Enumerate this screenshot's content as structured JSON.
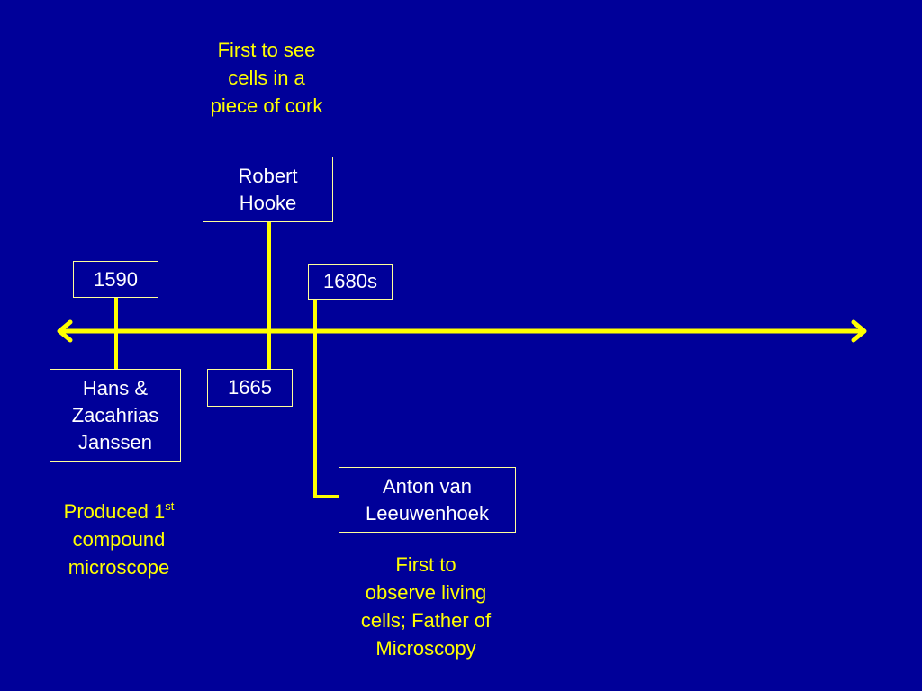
{
  "colors": {
    "background": "#000099",
    "timeline": "#ffff00",
    "box_border": "#ffff99",
    "box_text": "#ffffff",
    "note_text": "#ffff00"
  },
  "dates": {
    "d1590": "1590",
    "d1665": "1665",
    "d1680s": "1680s"
  },
  "people": {
    "janssen": [
      "Hans &",
      "Zacahrias",
      "Janssen"
    ],
    "hooke": [
      "Robert",
      "Hooke"
    ],
    "leeuwenhoek": [
      "Anton van",
      "Leeuwenhoek"
    ]
  },
  "notes": {
    "hooke": [
      "First to see",
      "cells in a",
      "piece of cork"
    ],
    "janssen": {
      "line1_text": "Produced 1",
      "line1_sup": "st",
      "line2": "compound",
      "line3": "microscope"
    },
    "leeuwenhoek": [
      "First to",
      "observe living",
      "cells; Father of",
      "Microscopy"
    ]
  }
}
